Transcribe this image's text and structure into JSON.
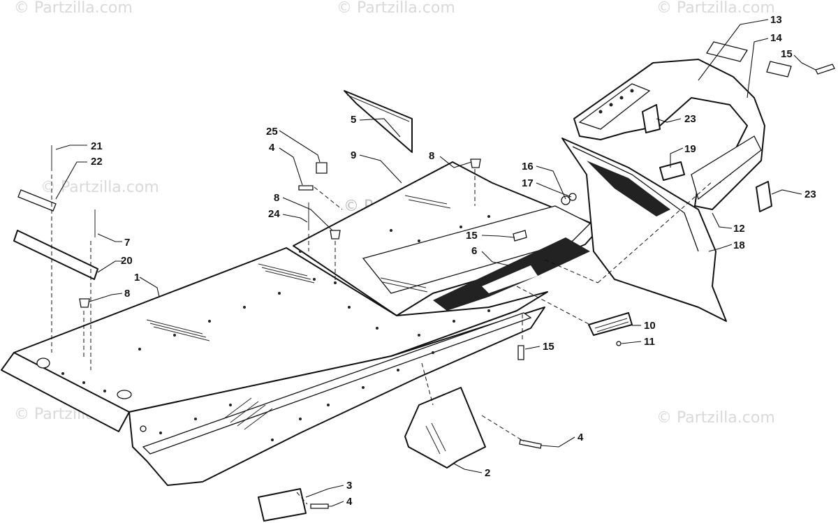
{
  "watermarks": [
    "© Partzilla.com",
    "© Partzilla.com",
    "© Partzilla.com",
    "© Partzilla.com",
    "© Partzilla.com",
    "© Partzilla.com",
    "© Partzilla.com"
  ],
  "callouts": {
    "c1": "1",
    "c2": "2",
    "c3": "3",
    "c4a": "4",
    "c4b": "4",
    "c4c": "4",
    "c5": "5",
    "c6": "6",
    "c7": "7",
    "c8a": "8",
    "c8b": "8",
    "c8c": "8",
    "c9": "9",
    "c10": "10",
    "c11": "11",
    "c12": "12",
    "c13": "13",
    "c14": "14",
    "c15a": "15",
    "c15b": "15",
    "c15c": "15",
    "c16": "16",
    "c17": "17",
    "c18": "18",
    "c19": "19",
    "c20": "20",
    "c21": "21",
    "c22": "22",
    "c23a": "23",
    "c23b": "23",
    "c24": "24",
    "c25": "25"
  }
}
